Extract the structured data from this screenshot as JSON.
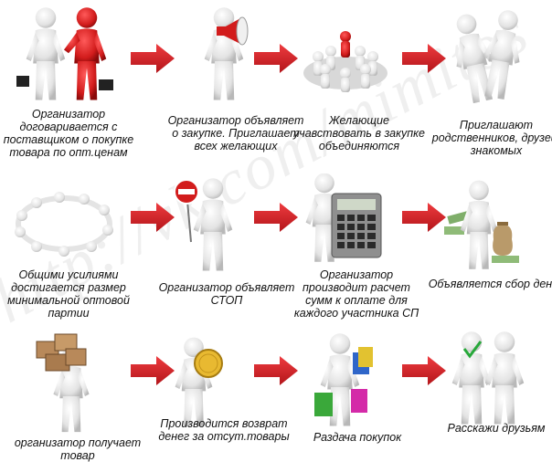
{
  "watermark": "http://vk.com/mimitos",
  "colors": {
    "arrow": "#d8262b",
    "figure": "#e9e9e9",
    "figure_shade": "#bdbdbd",
    "accent_red": "#c9141b"
  },
  "steps": [
    {
      "caption": "Организатор договаривается с поставщиком о покупке товара по опт.ценам",
      "icon": "handshake-icon"
    },
    {
      "caption": "Организатор объявляет о закупке. Приглашает всех желающих",
      "icon": "megaphone-icon"
    },
    {
      "caption": "Желающие учавствовать в закупке объединяются",
      "icon": "crowd-icon"
    },
    {
      "caption": "Приглашают родственников, друзей, знакомых",
      "icon": "invite-icon"
    },
    {
      "caption": "Общими усилиями достигается размер минимальной оптовой партии",
      "icon": "circle-of-people-icon"
    },
    {
      "caption": "Организатор объявляет СТОП",
      "icon": "stop-sign-icon"
    },
    {
      "caption": "Организатор производит расчет сумм к оплате для каждого участника СП",
      "icon": "calculator-icon"
    },
    {
      "caption": "Объявляется сбор денег",
      "icon": "money-bag-icon"
    },
    {
      "caption": "организатор получает товар",
      "icon": "boxes-icon"
    },
    {
      "caption": "Производится возврат денег за отсут.товары",
      "icon": "coin-icon"
    },
    {
      "caption": "Раздача покупок",
      "icon": "shopping-bags-icon"
    },
    {
      "caption": "Расскажи друзьям",
      "icon": "friends-icon"
    }
  ]
}
